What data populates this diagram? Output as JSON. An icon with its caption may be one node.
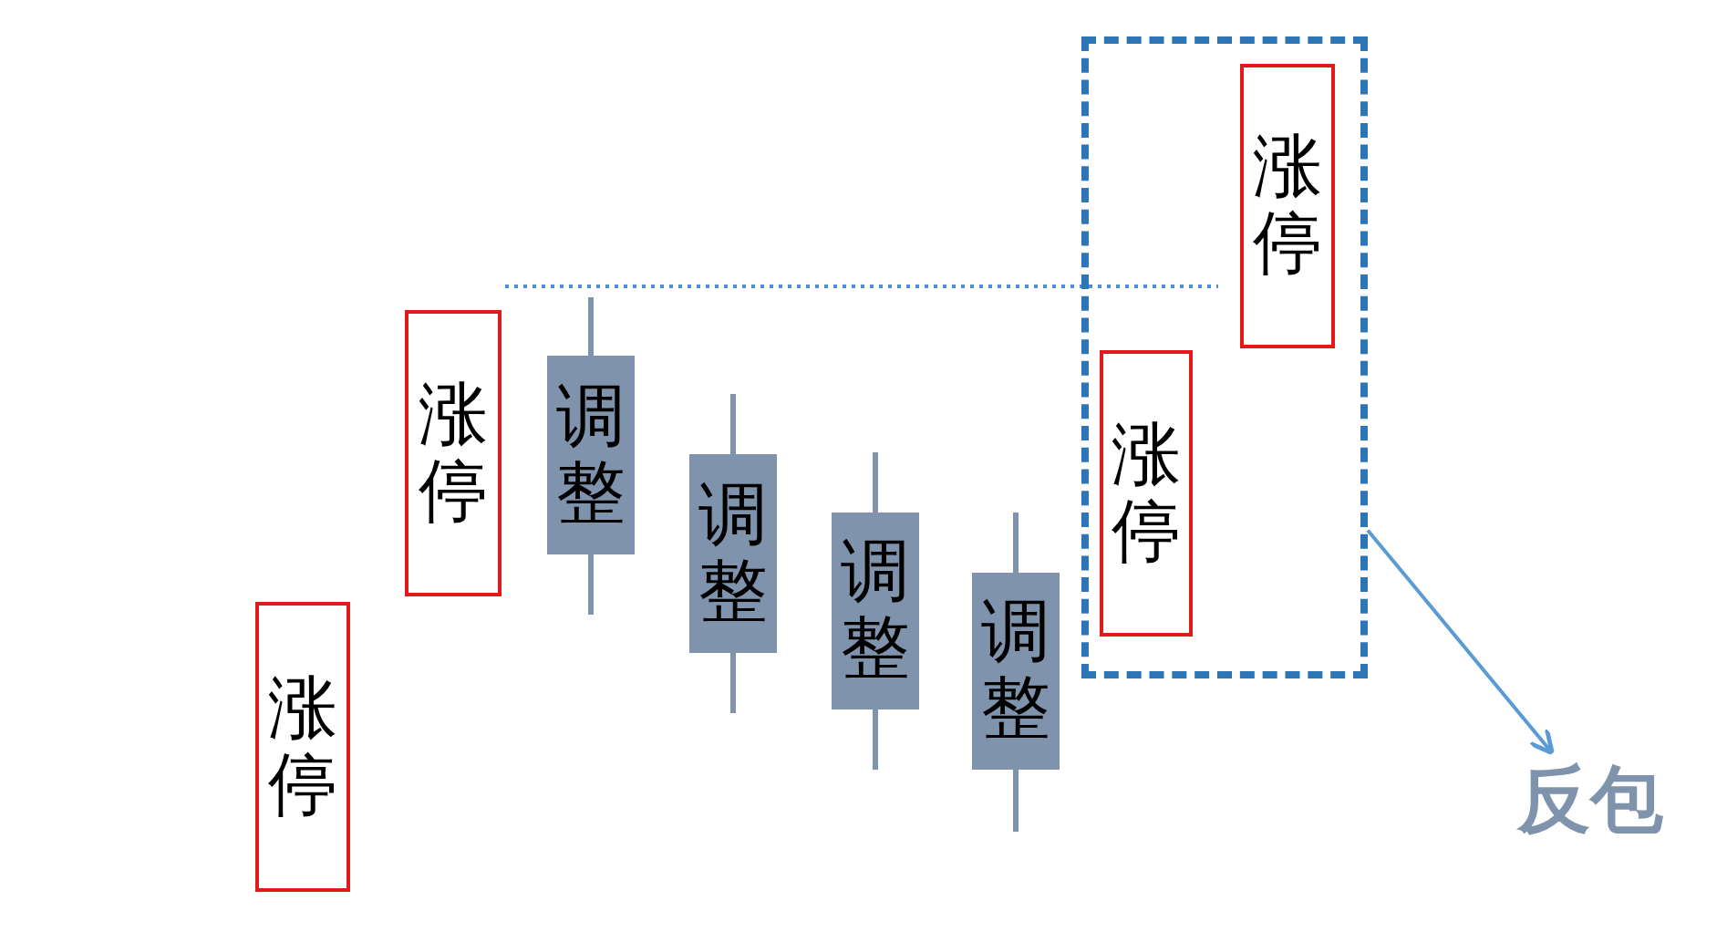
{
  "diagram": {
    "nodes": [
      {
        "text": [
          "涨停"
        ]
      },
      {
        "text": [
          "涨停"
        ]
      },
      {
        "text": [
          "调整"
        ]
      },
      {
        "text": [
          "调整"
        ]
      },
      {
        "text": [
          "调整"
        ]
      },
      {
        "text": [
          "调整"
        ]
      },
      {
        "text": [],
        "shape": "box"
      },
      {
        "text": [
          "涨停"
        ],
        "in": 6
      },
      {
        "text": [
          "涨停"
        ],
        "in": 6
      },
      {
        "text": [
          "反包"
        ]
      }
    ],
    "edges": [
      {
        "from": 6,
        "to": 9,
        "arrow": "to"
      }
    ]
  }
}
